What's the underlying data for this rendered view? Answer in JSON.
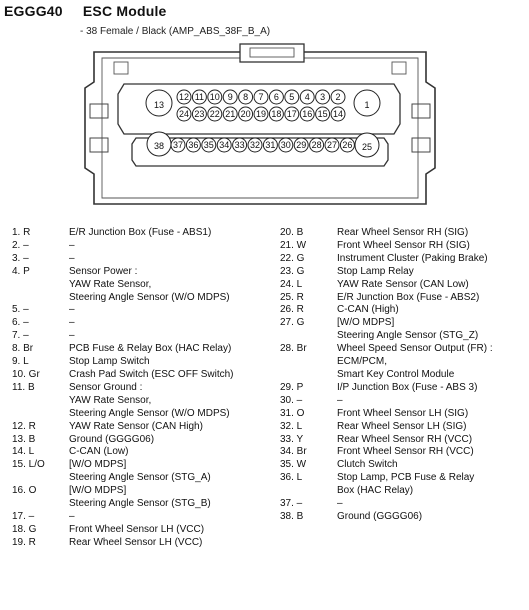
{
  "header": {
    "code": "EGGG40",
    "name": "ESC Module",
    "subtitle": "- 38 Female /  Black (AMP_ABS_38F_B_A)"
  },
  "connector": {
    "big_pins": [
      "13",
      "1",
      "38",
      "25"
    ],
    "row1": [
      "12",
      "11",
      "10",
      "9",
      "8",
      "7",
      "6",
      "5",
      "4",
      "3",
      "2"
    ],
    "row2": [
      "24",
      "23",
      "22",
      "21",
      "20",
      "19",
      "18",
      "17",
      "16",
      "15",
      "14"
    ],
    "row3": [
      "37",
      "36",
      "35",
      "34",
      "33",
      "32",
      "31",
      "30",
      "29",
      "28",
      "27",
      "26"
    ]
  },
  "pins_left": [
    {
      "pin": "1. R",
      "desc": "E/R Junction Box (Fuse - ABS1)"
    },
    {
      "pin": "2. –",
      "desc": "–"
    },
    {
      "pin": "3. –",
      "desc": "–"
    },
    {
      "pin": "4. P",
      "desc": "Sensor Power :"
    },
    {
      "pin": "",
      "desc": "YAW Rate Sensor,"
    },
    {
      "pin": "",
      "desc": "Steering Angle Sensor (W/O MDPS)"
    },
    {
      "pin": "5. –",
      "desc": "–"
    },
    {
      "pin": "6. –",
      "desc": "–"
    },
    {
      "pin": "7. –",
      "desc": "–"
    },
    {
      "pin": "8. Br",
      "desc": "PCB Fuse & Relay Box (HAC Relay)"
    },
    {
      "pin": "9. L",
      "desc": "Stop Lamp Switch"
    },
    {
      "pin": "10. Gr",
      "desc": "Crash Pad Switch (ESC OFF Switch)"
    },
    {
      "pin": "11. B",
      "desc": "Sensor Ground :"
    },
    {
      "pin": "",
      "desc": "YAW Rate Sensor,"
    },
    {
      "pin": "",
      "desc": "Steering Angle Sensor (W/O MDPS)"
    },
    {
      "pin": "12. R",
      "desc": "YAW Rate Sensor (CAN High)"
    },
    {
      "pin": "13. B",
      "desc": "Ground (GGGG06)"
    },
    {
      "pin": "14. L",
      "desc": "C-CAN (Low)"
    },
    {
      "pin": "15. L/O",
      "desc": "[W/O MDPS]"
    },
    {
      "pin": "",
      "desc": "Steering Angle Sensor (STG_A)"
    },
    {
      "pin": "16. O",
      "desc": "[W/O MDPS]"
    },
    {
      "pin": "",
      "desc": "Steering Angle Sensor (STG_B)"
    },
    {
      "pin": "17. –",
      "desc": "–"
    },
    {
      "pin": "18. G",
      "desc": "Front Wheel Sensor LH (VCC)"
    },
    {
      "pin": "19. R",
      "desc": "Rear Wheel Sensor LH (VCC)"
    }
  ],
  "pins_right": [
    {
      "pin": "20. B",
      "desc": "Rear Wheel Sensor RH (SIG)"
    },
    {
      "pin": "21. W",
      "desc": "Front Wheel Sensor RH (SIG)"
    },
    {
      "pin": "22. G",
      "desc": "Instrument Cluster (Paking Brake)"
    },
    {
      "pin": "23. G",
      "desc": "Stop Lamp Relay"
    },
    {
      "pin": "24. L",
      "desc": "YAW Rate Sensor (CAN Low)"
    },
    {
      "pin": "25. R",
      "desc": "E/R Junction Box (Fuse - ABS2)"
    },
    {
      "pin": "26. R",
      "desc": "C-CAN (High)"
    },
    {
      "pin": "27. G",
      "desc": "[W/O MDPS]"
    },
    {
      "pin": "",
      "desc": "Steering Angle Sensor (STG_Z)"
    },
    {
      "pin": "28. Br",
      "desc": "Wheel Speed Sensor  Output (FR) :"
    },
    {
      "pin": "",
      "desc": "ECM/PCM,"
    },
    {
      "pin": "",
      "desc": "Smart Key Control Module"
    },
    {
      "pin": "29. P",
      "desc": "I/P Junction Box (Fuse - ABS 3)"
    },
    {
      "pin": "30. –",
      "desc": "–"
    },
    {
      "pin": "31. O",
      "desc": "Front Wheel Sensor LH (SIG)"
    },
    {
      "pin": "32. L",
      "desc": "Rear Wheel Sensor LH (SIG)"
    },
    {
      "pin": "33. Y",
      "desc": "Rear Wheel Sensor RH (VCC)"
    },
    {
      "pin": "34. Br",
      "desc": "Front Wheel Sensor RH (VCC)"
    },
    {
      "pin": "35. W",
      "desc": "Clutch Switch"
    },
    {
      "pin": "36. L",
      "desc": "Stop Lamp, PCB Fuse & Relay"
    },
    {
      "pin": "",
      "desc": "Box (HAC Relay)"
    },
    {
      "pin": "37. –",
      "desc": "–"
    },
    {
      "pin": "38. B",
      "desc": "Ground (GGGG06)"
    }
  ]
}
